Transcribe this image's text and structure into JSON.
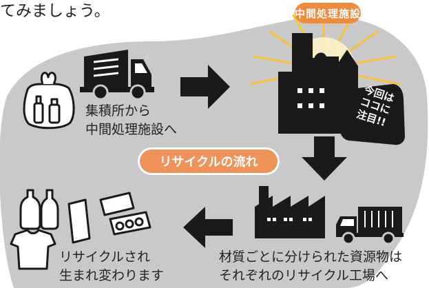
{
  "intro_text": "てみましょう。",
  "facility_badge": "中間処理施設",
  "steps": [
    {
      "label_line1": "集積所から",
      "label_line2": "中間処理施設へ"
    },
    {
      "label_line1": "材質ごとに分けられた資源物は",
      "label_line2": "それぞれのリサイクル工場へ"
    },
    {
      "label_line1": "リサイクルされ",
      "label_line2": "生まれ変わります"
    }
  ],
  "flow_title": "リサイクルの流れ",
  "callout": {
    "line1": "今回は",
    "line2": "ココに",
    "line3": "注目!!"
  },
  "colors": {
    "accent": "#f08a3c",
    "blob": "#c9c9c9",
    "ink": "#1a1a1a",
    "rays": "#f7c23a"
  }
}
